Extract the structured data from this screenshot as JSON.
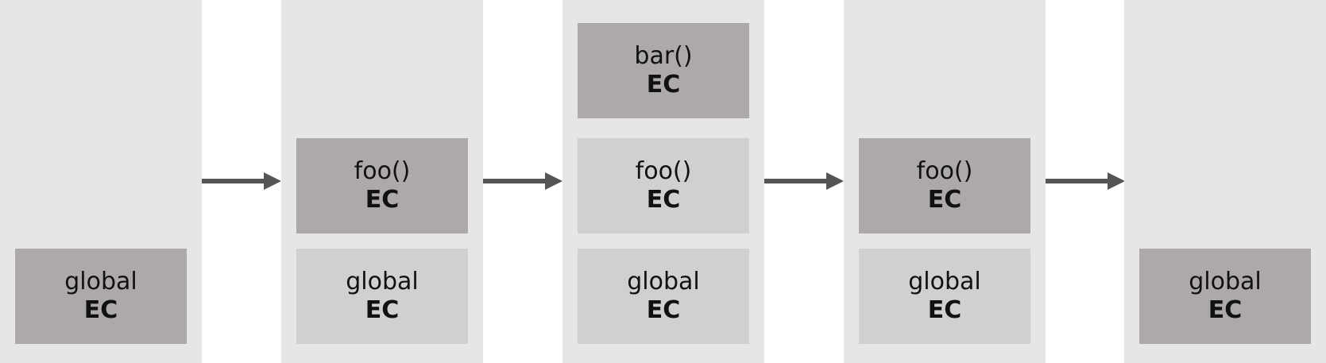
{
  "diagram": {
    "colors": {
      "stack_background": "#e6e6e6",
      "active_frame": "#ada9a8",
      "inactive_frame": "#d1cfcf",
      "arrow": "#555555",
      "text": "#111111"
    },
    "stacks": [
      {
        "frames": [
          {
            "name": "global",
            "label": "EC",
            "active": true
          }
        ]
      },
      {
        "frames": [
          {
            "name": "foo()",
            "label": "EC",
            "active": true
          },
          {
            "name": "global",
            "label": "EC",
            "active": false
          }
        ]
      },
      {
        "frames": [
          {
            "name": "bar()",
            "label": "EC",
            "active": true
          },
          {
            "name": "foo()",
            "label": "EC",
            "active": false
          },
          {
            "name": "global",
            "label": "EC",
            "active": false
          }
        ]
      },
      {
        "frames": [
          {
            "name": "foo()",
            "label": "EC",
            "active": true
          },
          {
            "name": "global",
            "label": "EC",
            "active": false
          }
        ]
      },
      {
        "frames": [
          {
            "name": "global",
            "label": "EC",
            "active": true
          }
        ]
      }
    ]
  }
}
